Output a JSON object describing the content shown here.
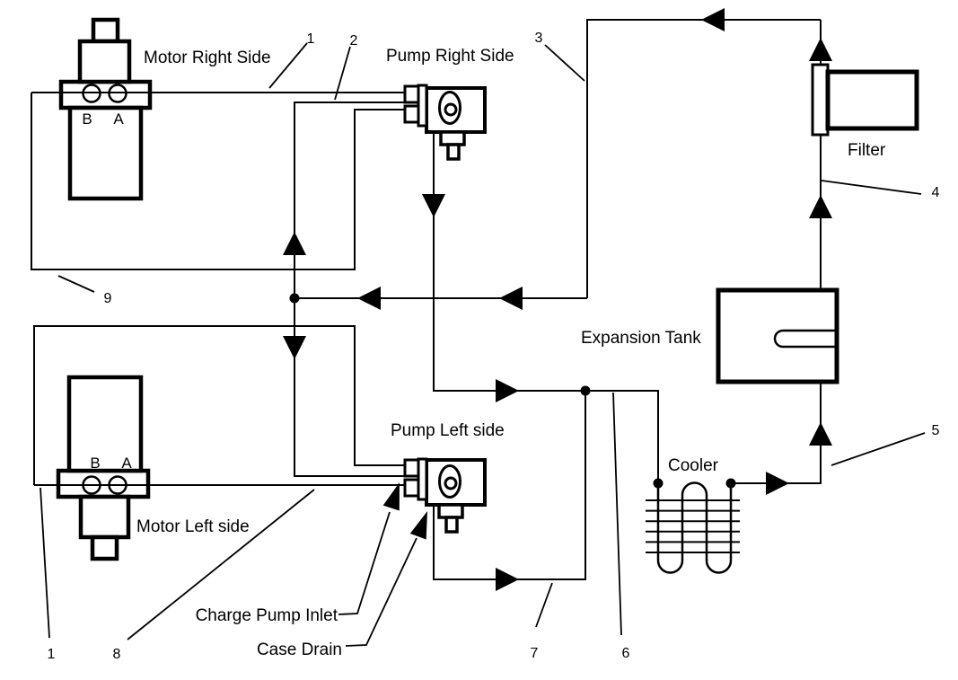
{
  "colors": {
    "line": "#000000",
    "background": "#ffffff"
  },
  "components": {
    "motor_right": {
      "label": "Motor Right Side",
      "port_b": "B",
      "port_a": "A"
    },
    "motor_left": {
      "label": "Motor Left side",
      "port_b": "B",
      "port_a": "A"
    },
    "pump_right": {
      "label": "Pump Right Side"
    },
    "pump_left": {
      "label": "Pump Left side"
    },
    "filter": {
      "label": "Filter"
    },
    "expansion_tank": {
      "label": "Expansion Tank"
    },
    "cooler": {
      "label": "Cooler"
    }
  },
  "annotations": {
    "charge_pump_inlet": "Charge Pump Inlet",
    "case_drain": "Case Drain"
  },
  "callouts": {
    "top_1": "1",
    "top_2": "2",
    "top_3": "3",
    "right_4": "4",
    "right_5": "5",
    "bottom_6": "6",
    "bottom_7": "7",
    "bottom_8": "8",
    "left_9": "9",
    "bottom_1": "1"
  }
}
